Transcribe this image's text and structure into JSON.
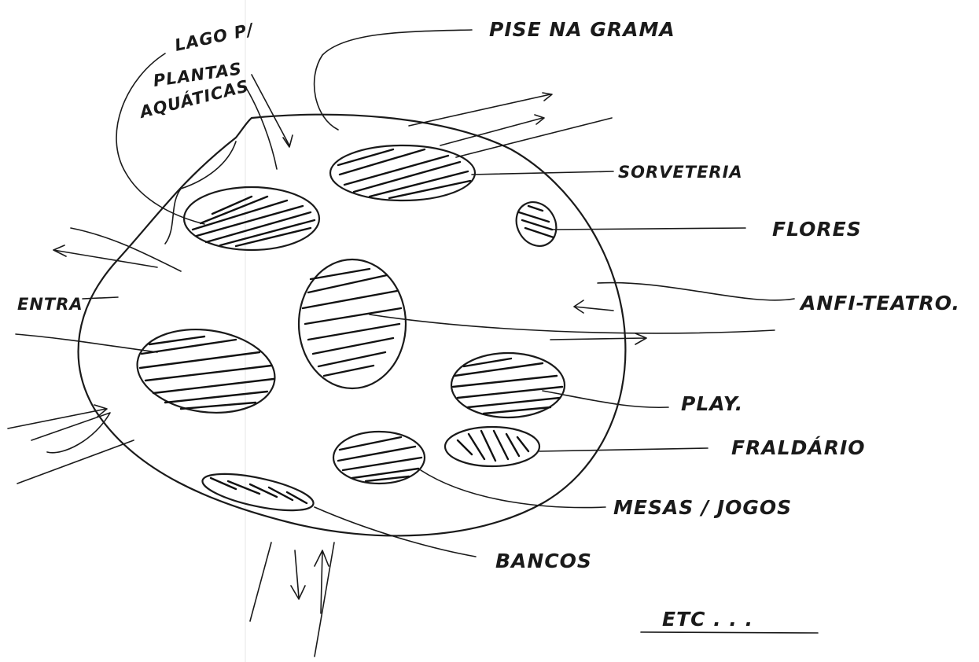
{
  "title": "",
  "labels": {
    "lago": "LAGO P/",
    "plantas": "PLANTAS",
    "aquaticas": "AQUÁTICAS",
    "pise": "PISE NA GRAMA",
    "sorveteria": "SORVETERIA",
    "flores": "FLORES",
    "anfiteatro": "ANFI-TEATRO.",
    "entrada": "ENTRA",
    "play": "PLAY.",
    "fraldario": "FRALDÁRIO",
    "mesas": "MESAS / JOGOS",
    "bancos": "BANCOS",
    "etc": "ETC . . ."
  },
  "colors": {
    "ink": "#1a1a1a",
    "paper": "#ffffff"
  }
}
